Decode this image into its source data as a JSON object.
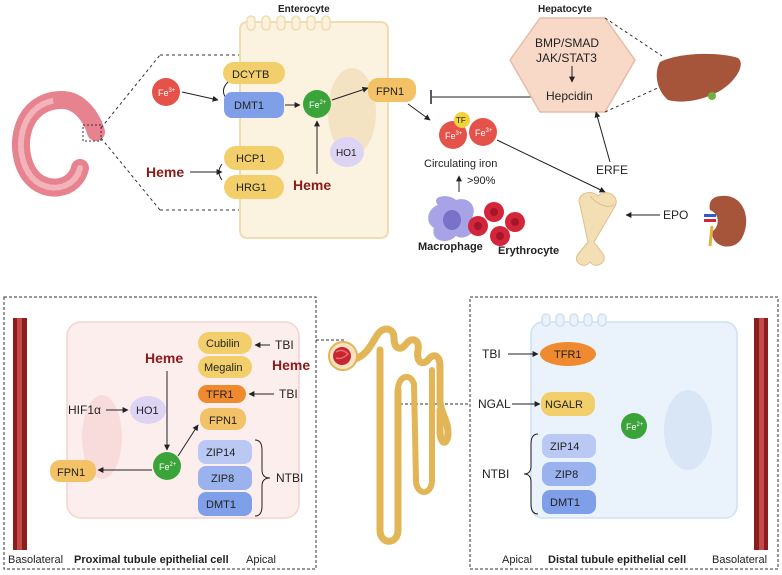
{
  "colors": {
    "heme": "#8b1a1a",
    "transporter_yellow": "#f2cf6b",
    "transporter_blue": "#7f9fe8",
    "fpn_orange": "#f3c166",
    "tfr_orange": "#ef8a2e",
    "iron_red": "#e5524a",
    "iron_green": "#3aa33a",
    "cell_beige": "#fbf2df",
    "cell_pink": "#fdeeee",
    "cell_blue": "#eaf2fb",
    "vessel_red": "#8b1d1d"
  },
  "top": {
    "enterocyte_label": "Enterocyte",
    "hepatocyte_label": "Hepatocyte",
    "fe3": "Fe",
    "fe3_sup": "3+",
    "fe2": "Fe",
    "fe2_sup": "2+",
    "dcytb": "DCYTB",
    "dmt1": "DMT1",
    "hcp1": "HCP1",
    "hrg1": "HRG1",
    "heme_left": "Heme",
    "heme_center": "Heme",
    "ho1": "HO1",
    "fpn1": "FPN1",
    "tf": "TF",
    "circulating_iron": "Circulating iron",
    "over90": ">90%",
    "macrophage": "Macrophage",
    "erythrocyte": "Erythrocyte",
    "bmp_smad": "BMP/SMAD",
    "jak_stat3": "JAK/STAT3",
    "hepcidin": "Hepcidin",
    "erfe": "ERFE",
    "epo": "EPO"
  },
  "bottom_left": {
    "heme": "Heme",
    "heme_tbi": "Heme",
    "cubilin": "Cubilin",
    "megalin": "Megalin",
    "tbi1": "TBI",
    "tfr1": "TFR1",
    "tbi2": "TBI",
    "hif1a": "HIF1α",
    "ho1": "HO1",
    "fpn1_apical": "FPN1",
    "fpn1_basal": "FPN1",
    "fe2": "Fe",
    "fe2_sup": "2+",
    "zip14": "ZIP14",
    "zip8": "ZIP8",
    "dmt1": "DMT1",
    "ntbi": "NTBI",
    "basolateral": "Basolateral",
    "cell_label": "Proximal tubule epithelial cell",
    "apical": "Apical"
  },
  "bottom_right": {
    "tbi": "TBI",
    "tfr1": "TFR1",
    "ngal": "NGAL",
    "ngalr": "NGALR",
    "fe2": "Fe",
    "fe2_sup": "2+",
    "zip14": "ZIP14",
    "zip8": "ZIP8",
    "dmt1": "DMT1",
    "ntbi": "NTBI",
    "apical": "Apical",
    "cell_label": "Distal tubule epithelial cell",
    "basolateral": "Basolateral"
  }
}
